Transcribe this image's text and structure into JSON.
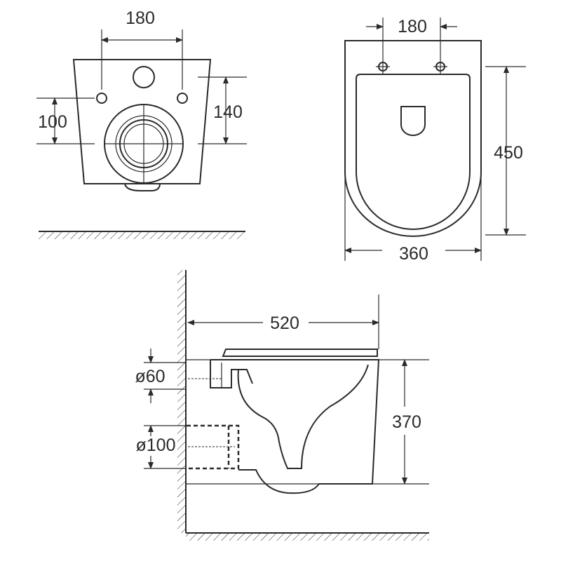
{
  "front_view": {
    "width_holes": "180",
    "hole_height": "100",
    "outlet_height": "140"
  },
  "top_view": {
    "width_holes": "180",
    "length": "450",
    "width": "360"
  },
  "side_view": {
    "depth": "520",
    "inlet_diameter": "ø60",
    "outlet_diameter": "ø100",
    "height": "370"
  }
}
